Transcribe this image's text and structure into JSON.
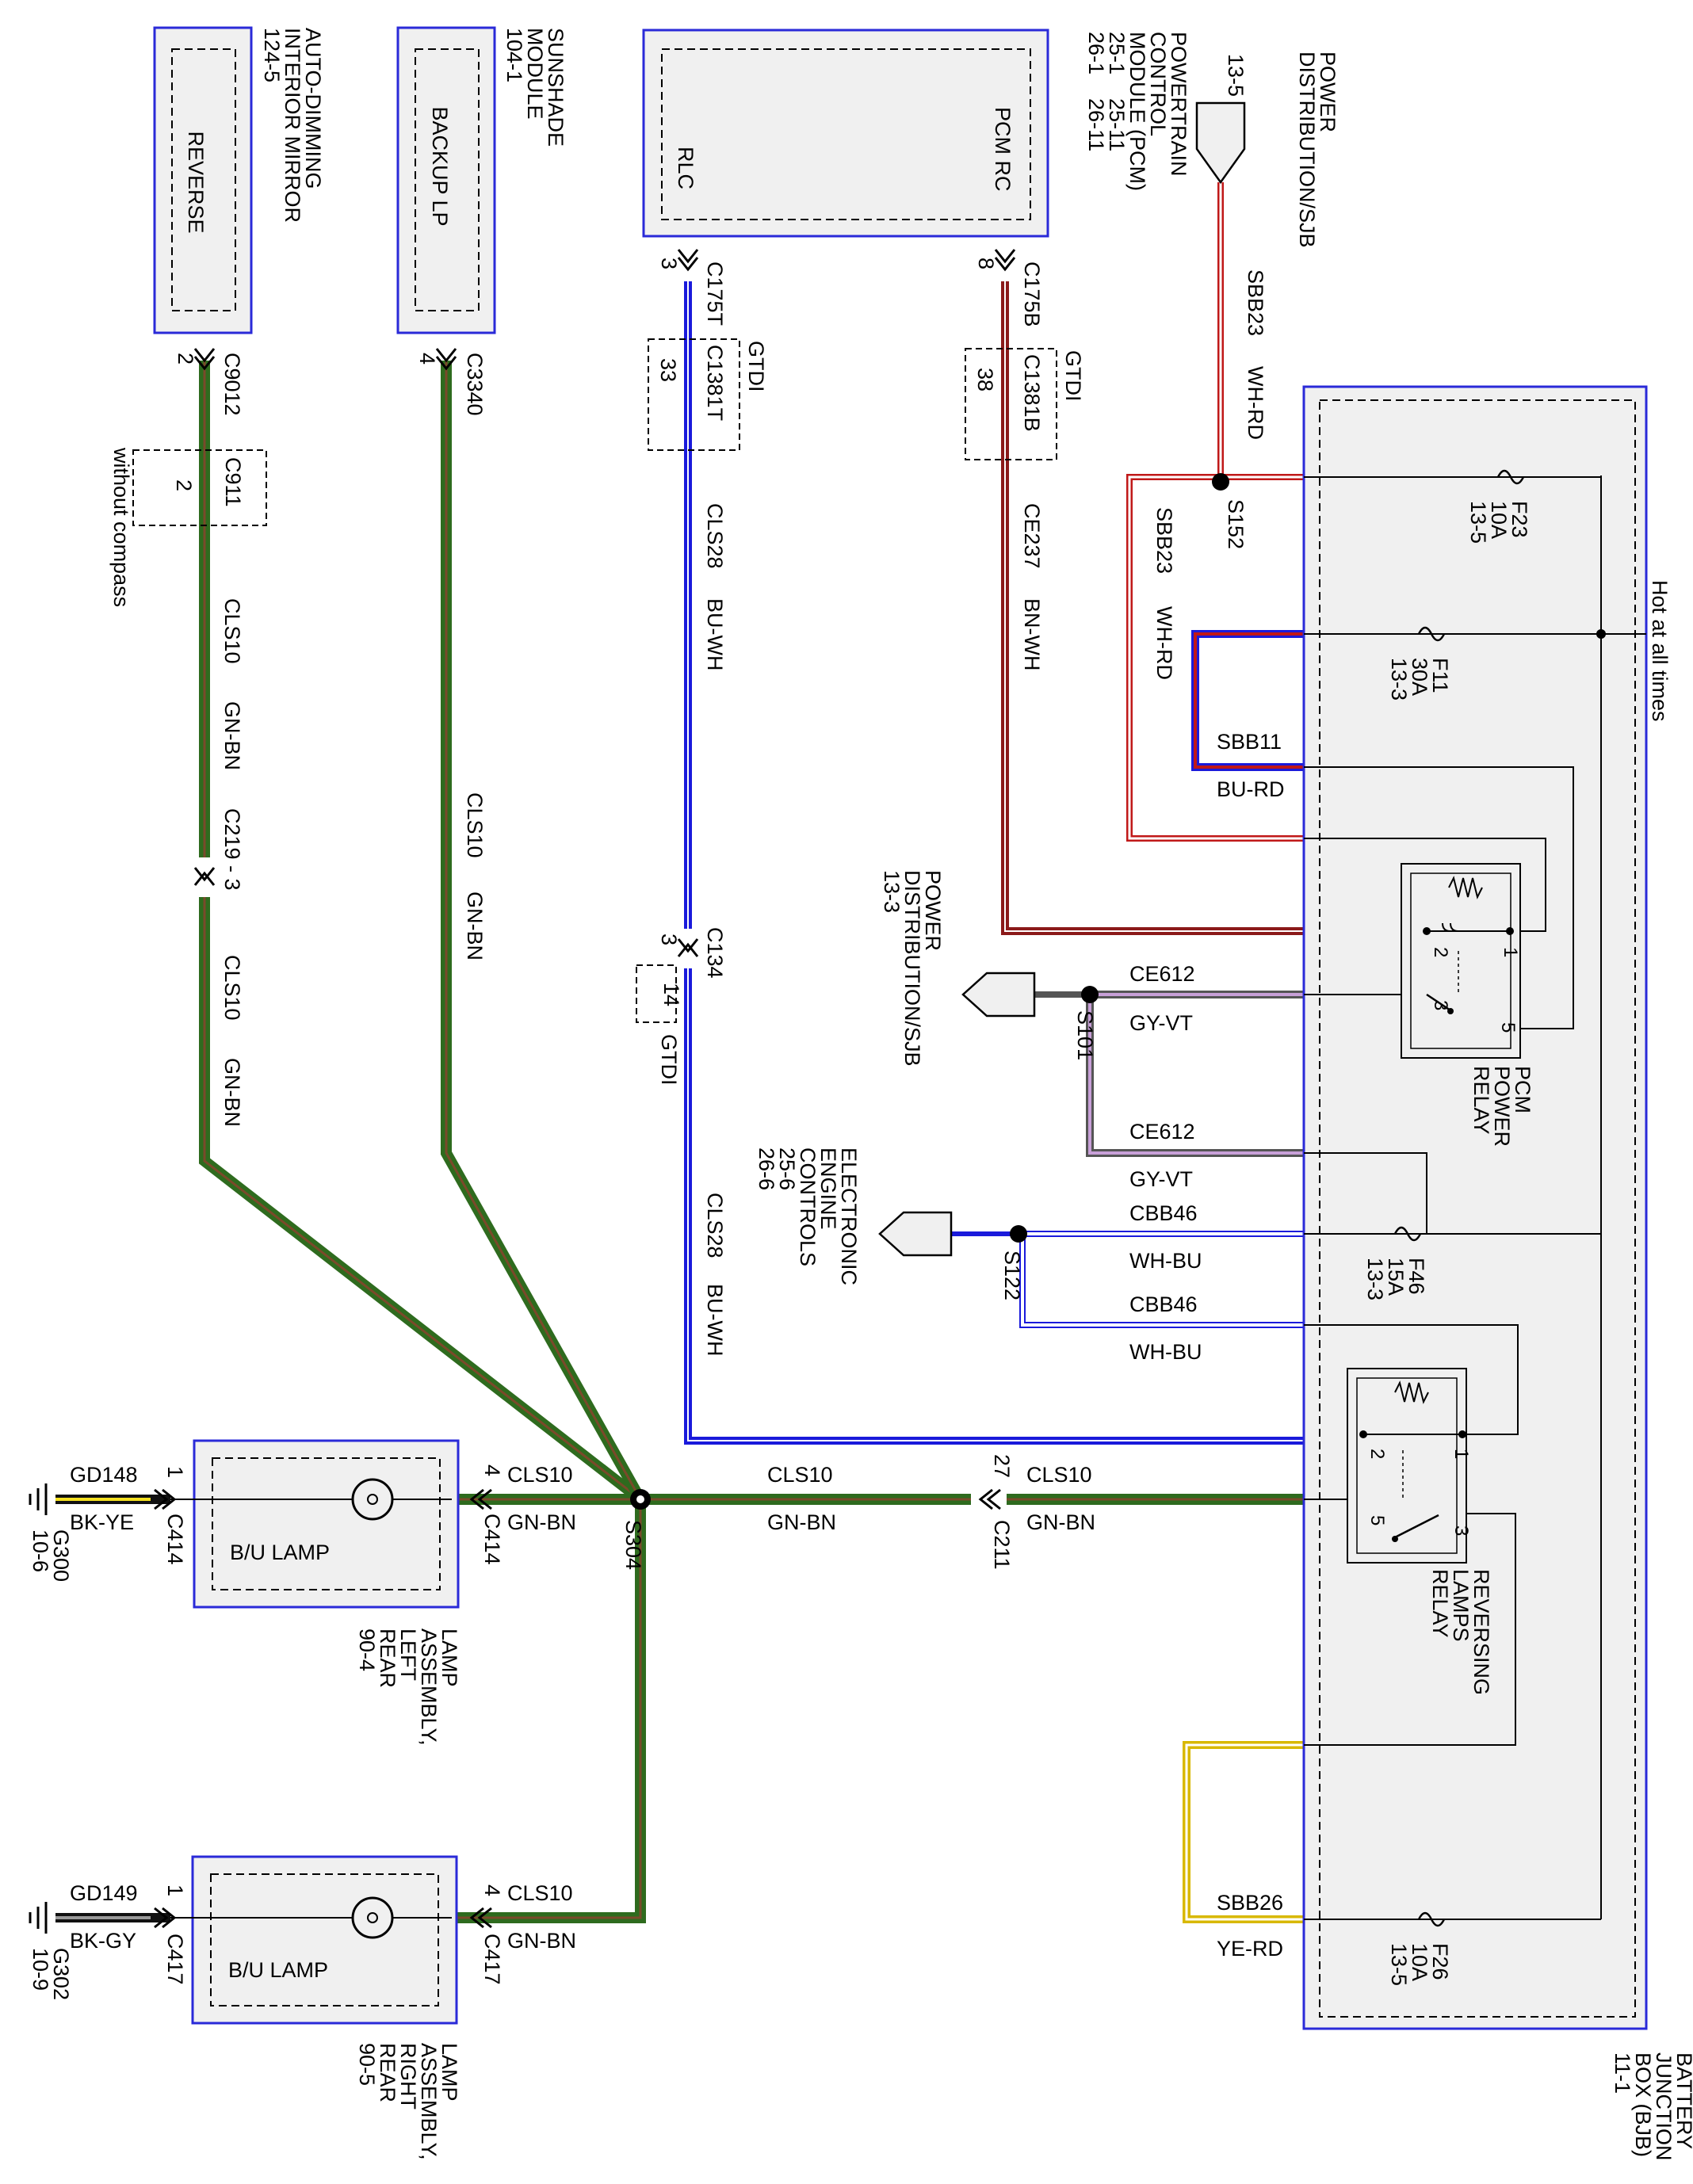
{
  "hot_label": "Hot at all times",
  "components": {
    "mirror": {
      "lines": [
        "AUTO-DIMMING",
        "INTERIOR MIRROR",
        "124-5"
      ],
      "inner": "REVERSE"
    },
    "sunshade": {
      "lines": [
        "SUNSHADE",
        "MODULE",
        "104-1"
      ],
      "inner": "BACKUP LP"
    },
    "pcm": {
      "lines": [
        "POWERTRAIN",
        "CONTROL",
        "MODULE (PCM)",
        "25-1    25-11",
        "26-1    26-11"
      ],
      "pin_rlc": "RLC",
      "pin_pcmrc": "PCM RC"
    },
    "pwr_dist_top": {
      "lines": [
        "POWER",
        "DISTRIBUTION/SJB"
      ],
      "ref": "13-5"
    },
    "pwr_dist_mid": {
      "lines": [
        "POWER",
        "DISTRIBUTION/SJB",
        "13-3"
      ]
    },
    "eec": {
      "lines": [
        "ELECTRONIC",
        "ENGINE",
        "CONTROLS",
        "25-6",
        "26-6"
      ]
    },
    "bjb": {
      "lines": [
        "BATTERY",
        "JUNCTION",
        "BOX (BJB)",
        "11-1"
      ]
    },
    "pcm_relay": {
      "lines": [
        "PCM",
        "POWER",
        "RELAY"
      ],
      "pins": [
        "1",
        "2",
        "3",
        "5"
      ]
    },
    "rev_relay": {
      "lines": [
        "REVERSING",
        "LAMPS",
        "RELAY"
      ],
      "pins": [
        "1",
        "2",
        "3",
        "5"
      ]
    },
    "lamp_left": {
      "lines": [
        "LAMP",
        "ASSEMBLY,",
        "LEFT",
        "REAR",
        "90-4"
      ],
      "inner": "B/U LAMP"
    },
    "lamp_right": {
      "lines": [
        "LAMP",
        "ASSEMBLY,",
        "RIGHT",
        "REAR",
        "90-5"
      ],
      "inner": "B/U LAMP"
    }
  },
  "connectors": {
    "c9012": {
      "name": "C9012",
      "pin": "2"
    },
    "c3340": {
      "name": "C3340",
      "pin": "4"
    },
    "c175t": {
      "name": "C175T",
      "pin": "3"
    },
    "c175b": {
      "name": "C175B",
      "pin": "8"
    },
    "c1381t": {
      "name": "C1381T",
      "pin": "33",
      "note": "GTDI"
    },
    "c1381b": {
      "name": "C1381B",
      "pin": "38",
      "note": "GTDI"
    },
    "c911": {
      "name": "C911",
      "pin": "2",
      "note": "without compass"
    },
    "c219": {
      "name": "C219 - 3"
    },
    "c134": {
      "name": "C134",
      "pin1": "3",
      "pin2": "14",
      "note": "GTDI"
    },
    "c414a": {
      "name": "C414",
      "pin": "4"
    },
    "c414b": {
      "name": "C414",
      "pin": "1"
    },
    "c417a": {
      "name": "C417",
      "pin": "4"
    },
    "c417b": {
      "name": "C417",
      "pin": "1"
    },
    "c211": {
      "name": "C211",
      "pin": "27"
    }
  },
  "splices": {
    "s152": "S152",
    "s101": "S101",
    "s122": "S122",
    "s304": "S304"
  },
  "fuses": {
    "f23": {
      "name": "F23",
      "rating": "10A",
      "ref": "13-5"
    },
    "f11": {
      "name": "F11",
      "rating": "30A",
      "ref": "13-3"
    },
    "f46": {
      "name": "F46",
      "rating": "15A",
      "ref": "13-3"
    },
    "f26": {
      "name": "F26",
      "rating": "10A",
      "ref": "13-5"
    }
  },
  "grounds": {
    "g300": {
      "name": "G300",
      "ref": "10-6"
    },
    "g302": {
      "name": "G302",
      "ref": "10-9"
    }
  },
  "wires": {
    "sbb23": {
      "circuit": "SBB23",
      "color": "WH-RD"
    },
    "sbb11": {
      "circuit": "SBB11",
      "color": "BU-RD"
    },
    "sbb26": {
      "circuit": "SBB26",
      "color": "YE-RD"
    },
    "ce237": {
      "circuit": "CE237",
      "color": "BN-WH"
    },
    "cls28": {
      "circuit": "CLS28",
      "color": "BU-WH"
    },
    "cls10": {
      "circuit": "CLS10",
      "color": "GN-BN"
    },
    "ce612": {
      "circuit": "CE612",
      "color": "GY-VT"
    },
    "cbb46": {
      "circuit": "CBB46",
      "color": "WH-BU"
    },
    "gd148": {
      "circuit": "GD148",
      "color": "BK-YE"
    },
    "gd149": {
      "circuit": "GD149",
      "color": "BK-GY"
    }
  },
  "wire_colors": {
    "green": "#2e6b1e",
    "green_tracer": "#7a4a2a",
    "blue": "#1a1adb",
    "brown": "#8b1a1a",
    "violet": "#9a6fa6",
    "frame": "#2a2ad8"
  }
}
